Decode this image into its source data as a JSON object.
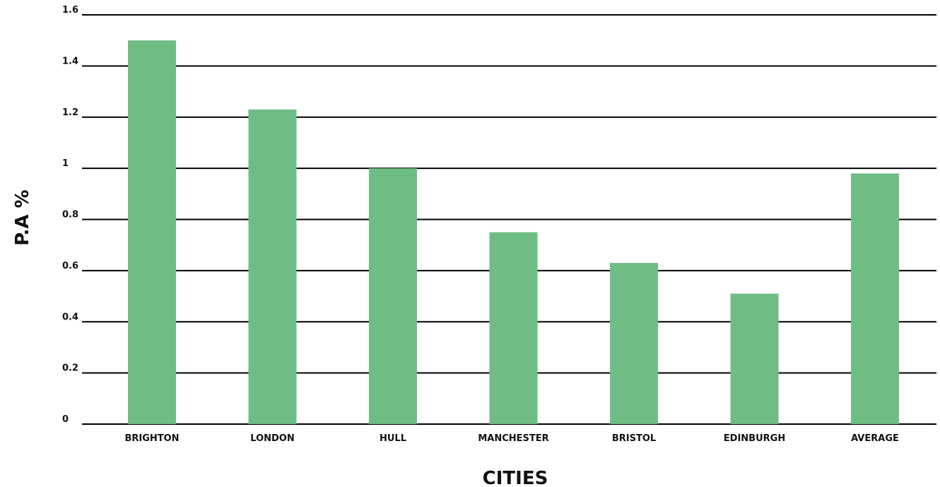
{
  "chart_data": {
    "type": "bar",
    "categories": [
      "BRIGHTON",
      "LONDON",
      "HULL",
      "MANCHESTER",
      "BRISTOL",
      "EDINBURGH",
      "AVERAGE"
    ],
    "values": [
      1.5,
      1.23,
      1.0,
      0.75,
      0.63,
      0.51,
      0.98
    ],
    "xlabel": "CITIES",
    "ylabel": "P.A %",
    "ylim": [
      0,
      1.6
    ],
    "yticks": [
      "0",
      "0.2",
      "0.4",
      "0.6",
      "0.8",
      "1",
      "1.2",
      "1.4",
      "1.6"
    ],
    "grid": true,
    "bar_color": "#6fbd85",
    "grid_color": "#000000"
  }
}
